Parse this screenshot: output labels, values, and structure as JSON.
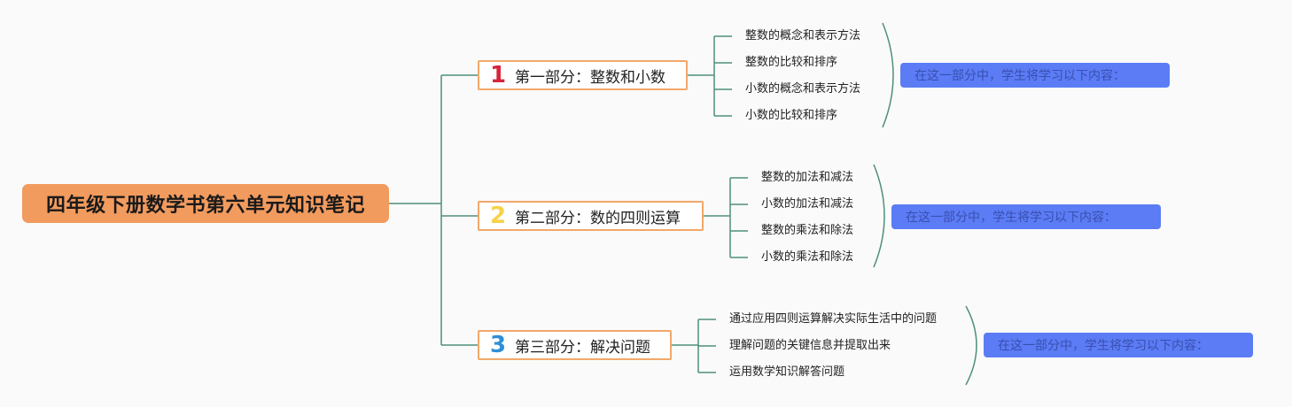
{
  "root": {
    "title": "四年级下册数学书第六单元知识笔记"
  },
  "branches": [
    {
      "number": "1",
      "number_color": "#d6243a",
      "title": "第一部分：整数和小数",
      "leaves": [
        "整数的概念和表示方法",
        "整数的比较和排序",
        "小数的概念和表示方法",
        "小数的比较和排序"
      ],
      "summary": "在这一部分中，学生将学习以下内容："
    },
    {
      "number": "2",
      "number_color": "#f7d24a",
      "title": "第二部分：数的四则运算",
      "leaves": [
        "整数的加法和减法",
        "小数的加法和减法",
        "整数的乘法和除法",
        "小数的乘法和除法"
      ],
      "summary": "在这一部分中，学生将学习以下内容："
    },
    {
      "number": "3",
      "number_color": "#2f8fd6",
      "title": "第三部分：解决问题",
      "leaves": [
        "通过应用四则运算解决实际生活中的问题",
        "理解问题的关键信息并提取出来",
        "运用数学知识解答问题"
      ],
      "summary": "在这一部分中，学生将学习以下内容："
    }
  ],
  "colors": {
    "connector": "#4f8f78",
    "root_fill": "#f29b5e",
    "branch_border": "#f2a86a",
    "summary_fill": "#5b7cf5"
  }
}
